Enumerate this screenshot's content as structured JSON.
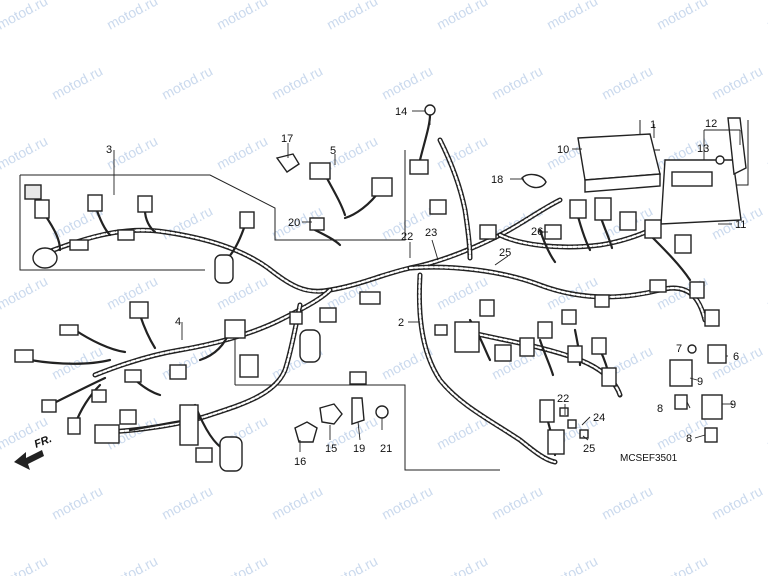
{
  "watermark": "motod.ru",
  "diagram_code": "MCSEF3501",
  "direction_label": "FR.",
  "callouts": [
    {
      "id": "c1",
      "label": "1"
    },
    {
      "id": "c2",
      "label": "2"
    },
    {
      "id": "c3",
      "label": "3"
    },
    {
      "id": "c4",
      "label": "4"
    },
    {
      "id": "c5",
      "label": "5"
    },
    {
      "id": "c6",
      "label": "6"
    },
    {
      "id": "c7",
      "label": "7"
    },
    {
      "id": "c8a",
      "label": "8"
    },
    {
      "id": "c8b",
      "label": "8"
    },
    {
      "id": "c9a",
      "label": "9"
    },
    {
      "id": "c9b",
      "label": "9"
    },
    {
      "id": "c10",
      "label": "10"
    },
    {
      "id": "c11",
      "label": "11"
    },
    {
      "id": "c12",
      "label": "12"
    },
    {
      "id": "c13",
      "label": "13"
    },
    {
      "id": "c14",
      "label": "14"
    },
    {
      "id": "c15",
      "label": "15"
    },
    {
      "id": "c16",
      "label": "16"
    },
    {
      "id": "c17",
      "label": "17"
    },
    {
      "id": "c18",
      "label": "18"
    },
    {
      "id": "c19",
      "label": "19"
    },
    {
      "id": "c20",
      "label": "20"
    },
    {
      "id": "c21",
      "label": "21"
    },
    {
      "id": "c22a",
      "label": "22"
    },
    {
      "id": "c22b",
      "label": "22"
    },
    {
      "id": "c23",
      "label": "23"
    },
    {
      "id": "c24",
      "label": "24"
    },
    {
      "id": "c25a",
      "label": "25"
    },
    {
      "id": "c25b",
      "label": "25"
    },
    {
      "id": "c26",
      "label": "26"
    }
  ]
}
